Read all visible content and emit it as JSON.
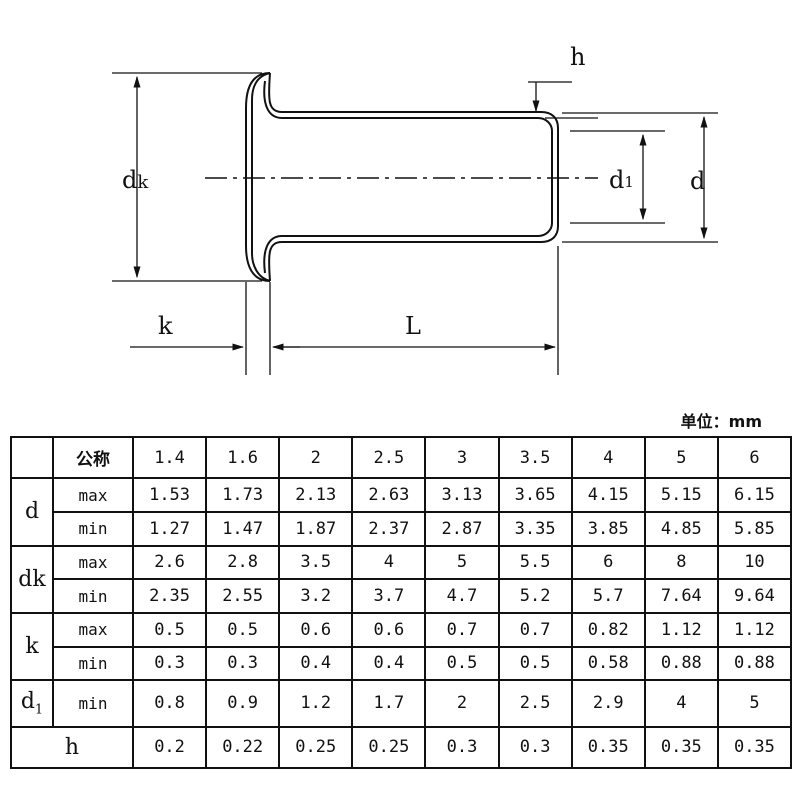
{
  "drawing": {
    "labels": {
      "dk": "dk",
      "d1": "d1",
      "d": "d",
      "h": "h",
      "k": "k",
      "L": "L"
    }
  },
  "unit_label": "单位：mm",
  "table": {
    "nominal_label": "公称",
    "nominal": [
      "1.4",
      "1.6",
      "2",
      "2.5",
      "3",
      "3.5",
      "4",
      "5",
      "6"
    ],
    "groups": [
      {
        "name": "d",
        "rows": [
          {
            "label": "max",
            "values": [
              "1.53",
              "1.73",
              "2.13",
              "2.63",
              "3.13",
              "3.65",
              "4.15",
              "5.15",
              "6.15"
            ]
          },
          {
            "label": "min",
            "values": [
              "1.27",
              "1.47",
              "1.87",
              "2.37",
              "2.87",
              "3.35",
              "3.85",
              "4.85",
              "5.85"
            ]
          }
        ]
      },
      {
        "name": "dk",
        "rows": [
          {
            "label": "max",
            "values": [
              "2.6",
              "2.8",
              "3.5",
              "4",
              "5",
              "5.5",
              "6",
              "8",
              "10"
            ]
          },
          {
            "label": "min",
            "values": [
              "2.35",
              "2.55",
              "3.2",
              "3.7",
              "4.7",
              "5.2",
              "5.7",
              "7.64",
              "9.64"
            ]
          }
        ]
      },
      {
        "name": "k",
        "rows": [
          {
            "label": "max",
            "values": [
              "0.5",
              "0.5",
              "0.6",
              "0.6",
              "0.7",
              "0.7",
              "0.82",
              "1.12",
              "1.12"
            ]
          },
          {
            "label": "min",
            "values": [
              "0.3",
              "0.3",
              "0.4",
              "0.4",
              "0.5",
              "0.5",
              "0.58",
              "0.88",
              "0.88"
            ]
          }
        ]
      },
      {
        "name": "d1",
        "rows": [
          {
            "label": "min",
            "values": [
              "0.8",
              "0.9",
              "1.2",
              "1.7",
              "2",
              "2.5",
              "2.9",
              "4",
              "5"
            ]
          }
        ]
      },
      {
        "name": "h",
        "rows": [
          {
            "label": "",
            "values": [
              "0.2",
              "0.22",
              "0.25",
              "0.25",
              "0.3",
              "0.3",
              "0.35",
              "0.35",
              "0.35"
            ]
          }
        ]
      }
    ]
  }
}
